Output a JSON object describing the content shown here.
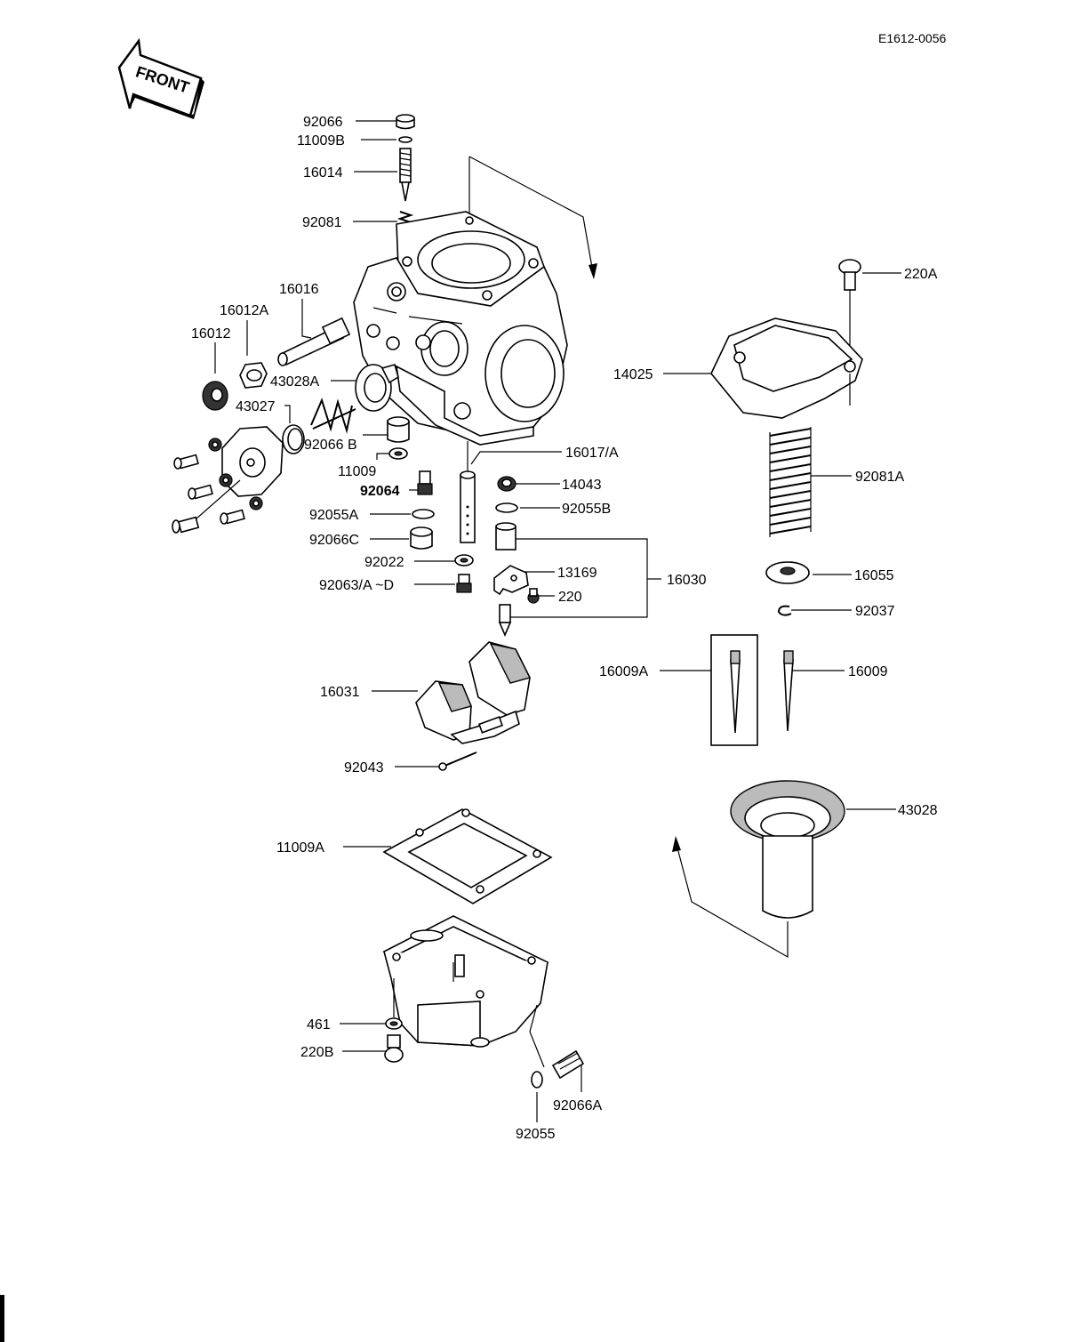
{
  "diagram_code": "E1612-0056",
  "front_marker": "FRONT",
  "labels": {
    "l92066": "92066",
    "l11009B": "11009B",
    "l16014": "16014",
    "l92081": "92081",
    "l16016": "16016",
    "l16012A": "16012A",
    "l16012": "16012",
    "l43028A": "43028A",
    "l43027": "43027",
    "l92066B": "92066 B",
    "l11009": "11009",
    "l92064": "92064",
    "l92055A": "92055A",
    "l92066C": "92066C",
    "l92022": "92022",
    "l92063": "92063/A ~D",
    "l16017": "16017/A",
    "l14043": "14043",
    "l92055B": "92055B",
    "l13169": "13169",
    "l220": "220",
    "l16030": "16030",
    "l220A": "220A",
    "l14025": "14025",
    "l92081A": "92081A",
    "l16055": "16055",
    "l92037": "92037",
    "l16009A": "16009A",
    "l16009": "16009",
    "l16031": "16031",
    "l92043": "92043",
    "l43028": "43028",
    "l11009A": "11009A",
    "l461": "461",
    "l220B": "220B",
    "l92066A": "92066A",
    "l92055": "92055"
  }
}
